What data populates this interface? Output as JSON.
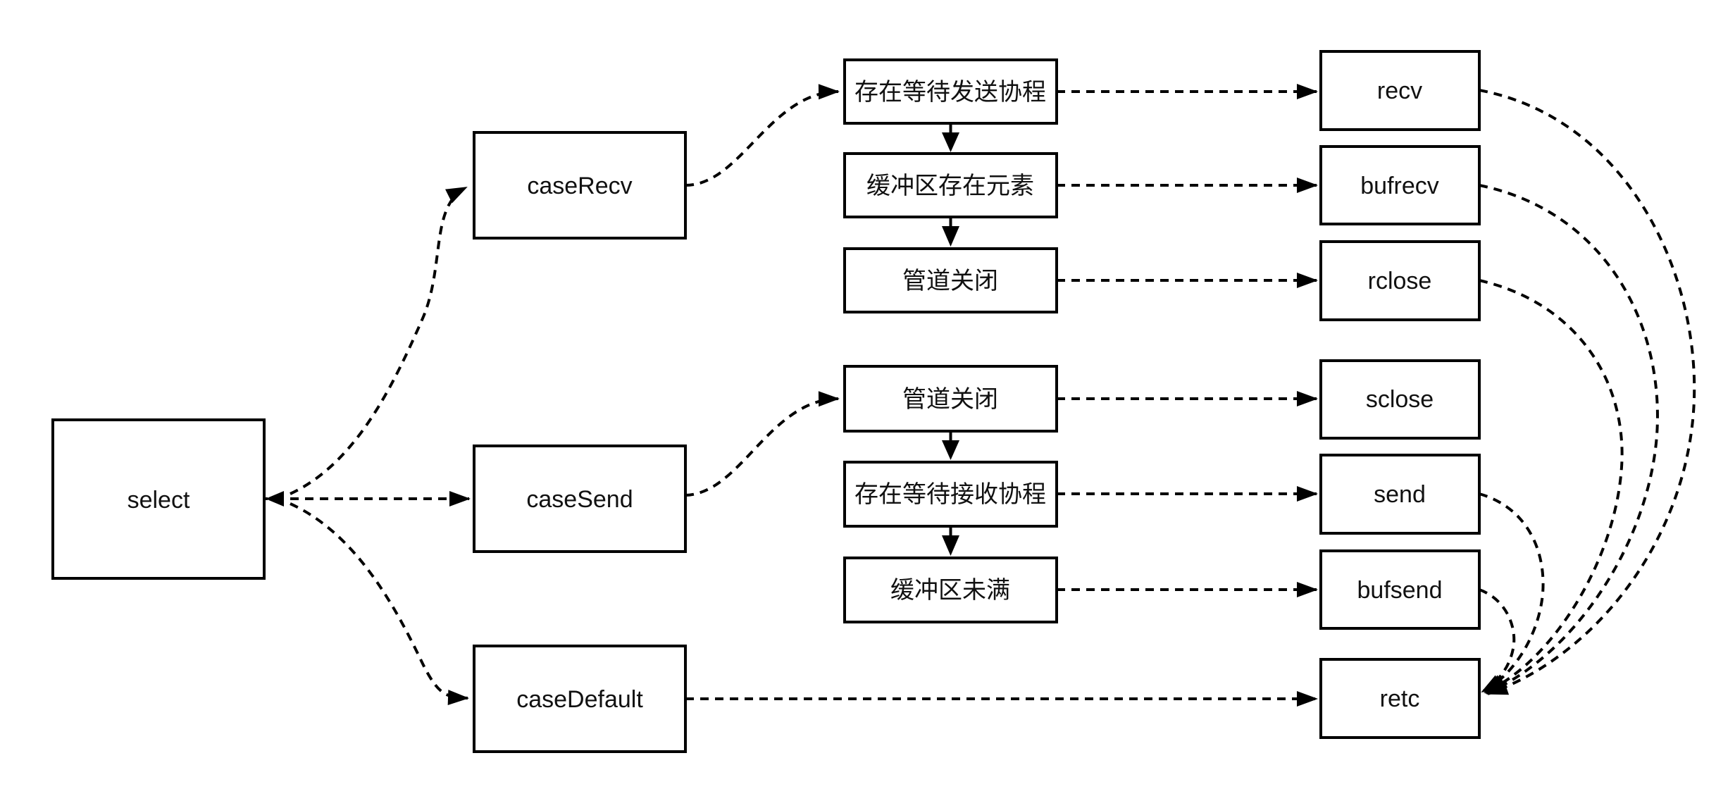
{
  "diagram": {
    "description": "select statement dispatch flowchart",
    "background_color": "#ffffff",
    "line_color": "#000000",
    "text_color": "#111111",
    "nodes": {
      "select": {
        "label": "select"
      },
      "caseRecv": {
        "label": "caseRecv"
      },
      "caseSend": {
        "label": "caseSend"
      },
      "caseDefault": {
        "label": "caseDefault"
      },
      "waitSend": {
        "label": "存在等待发送协程"
      },
      "bufHasElem": {
        "label": "缓冲区存在元素"
      },
      "chanClosedRecv": {
        "label": "管道关闭"
      },
      "chanClosedSend": {
        "label": "管道关闭"
      },
      "waitRecv": {
        "label": "存在等待接收协程"
      },
      "bufNotFull": {
        "label": "缓冲区未满"
      },
      "recv": {
        "label": "recv"
      },
      "bufrecv": {
        "label": "bufrecv"
      },
      "rclose": {
        "label": "rclose"
      },
      "sclose": {
        "label": "sclose"
      },
      "send": {
        "label": "send"
      },
      "bufsend": {
        "label": "bufsend"
      },
      "retc": {
        "label": "retc"
      }
    },
    "edges": [
      {
        "from": "select",
        "to": "caseRecv",
        "style": "dashed"
      },
      {
        "from": "select",
        "to": "caseSend",
        "style": "dashed"
      },
      {
        "from": "select",
        "to": "caseDefault",
        "style": "dashed"
      },
      {
        "from": "caseRecv",
        "to": "waitSend",
        "style": "dashed"
      },
      {
        "from": "waitSend",
        "to": "bufHasElem",
        "style": "solid-arrow"
      },
      {
        "from": "bufHasElem",
        "to": "chanClosedRecv",
        "style": "solid-arrow"
      },
      {
        "from": "waitSend",
        "to": "recv",
        "style": "dashed"
      },
      {
        "from": "bufHasElem",
        "to": "bufrecv",
        "style": "dashed"
      },
      {
        "from": "chanClosedRecv",
        "to": "rclose",
        "style": "dashed"
      },
      {
        "from": "caseSend",
        "to": "chanClosedSend",
        "style": "dashed"
      },
      {
        "from": "chanClosedSend",
        "to": "sclose",
        "style": "dashed"
      },
      {
        "from": "chanClosedSend",
        "to": "waitRecv",
        "style": "solid-arrow"
      },
      {
        "from": "waitRecv",
        "to": "send",
        "style": "dashed"
      },
      {
        "from": "waitRecv",
        "to": "bufNotFull",
        "style": "solid-arrow"
      },
      {
        "from": "bufNotFull",
        "to": "bufsend",
        "style": "dashed"
      },
      {
        "from": "caseDefault",
        "to": "retc",
        "style": "dashed"
      },
      {
        "from": "recv",
        "to": "retc",
        "style": "dashed"
      },
      {
        "from": "bufrecv",
        "to": "retc",
        "style": "dashed"
      },
      {
        "from": "rclose",
        "to": "retc",
        "style": "dashed"
      },
      {
        "from": "send",
        "to": "retc",
        "style": "dashed"
      },
      {
        "from": "bufsend",
        "to": "retc",
        "style": "dashed"
      }
    ]
  }
}
